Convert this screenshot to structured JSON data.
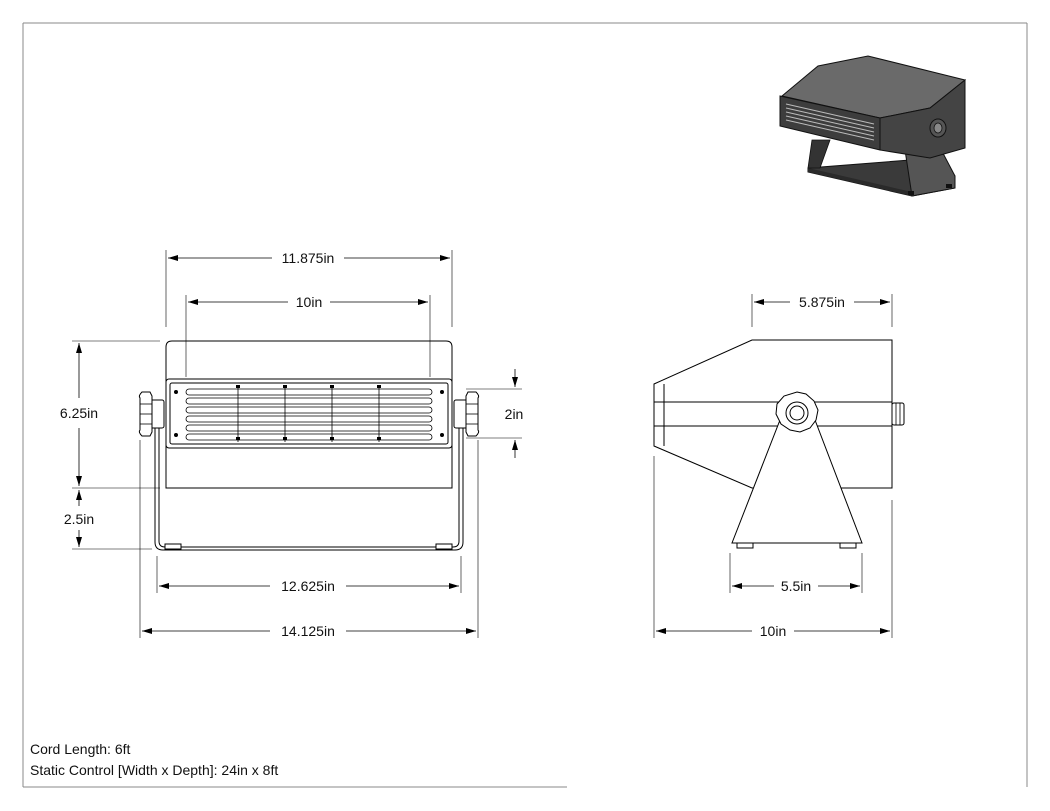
{
  "notes": {
    "cord_length": "Cord Length: 6ft",
    "static_control": "Static Control [Width x Depth]: 24in x 8ft"
  },
  "front_view": {
    "top_width": "11.875in",
    "grille_width": "10in",
    "height": "6.25in",
    "stand_height": "2.5in",
    "grille_height": "2in",
    "base_width": "12.625in",
    "overall_width": "14.125in"
  },
  "side_view": {
    "top_depth": "5.875in",
    "stand_base": "5.5in",
    "overall_depth": "10in"
  },
  "colors": {
    "line": "#000000",
    "iso_body": "#4a4a4a",
    "iso_dark": "#2b2b2b",
    "iso_light": "#6a6a6a"
  }
}
